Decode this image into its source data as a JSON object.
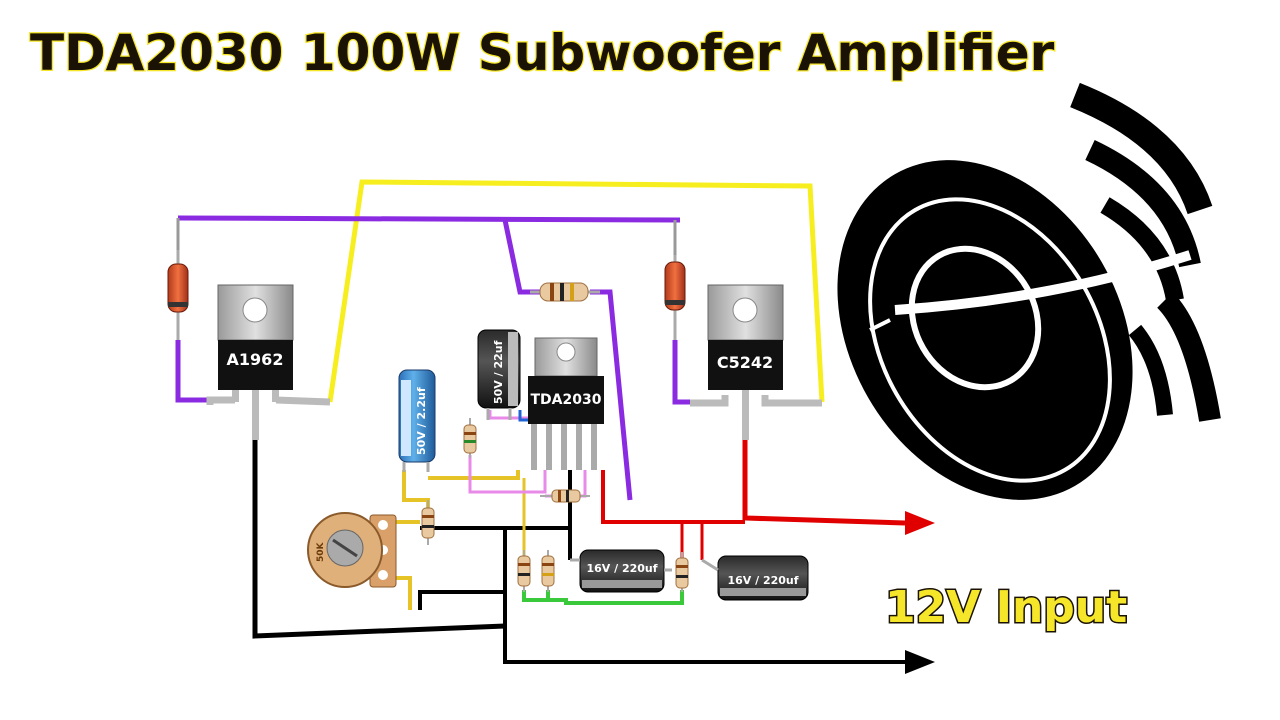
{
  "title": "TDA2030 100W Subwoofer Amplifier",
  "input_label": "12V Input",
  "components": {
    "transistor_left": "A1962",
    "transistor_right": "C5242",
    "ic": "TDA2030",
    "cap_ic": "50V / 22uf",
    "cap_input": "50V / 2.2uf",
    "cap_filter_1": "16V / 220uf",
    "cap_filter_2": "16V / 220uf",
    "potentiometer": "50K"
  },
  "icons": {
    "speaker": "speaker-icon",
    "arrow_positive": "arrow-right-icon",
    "arrow_negative": "arrow-right-icon"
  },
  "colors": {
    "title_fill": "#1a1205",
    "input_fill": "#f5e62a",
    "wire_yellow": "#f7ee1f",
    "wire_purple": "#8a2be2",
    "wire_black": "#000000",
    "wire_red": "#e00000",
    "wire_green": "#3ac93a",
    "wire_pink": "#e88ae8",
    "wire_blue": "#1e64d6",
    "wire_gold": "#e6c326"
  }
}
